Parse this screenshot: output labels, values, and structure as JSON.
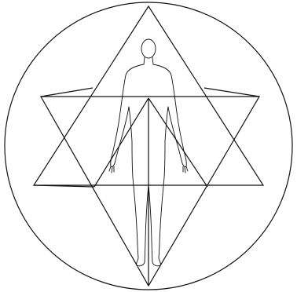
{
  "diagram": {
    "stroke_color": "#111111",
    "background": "#ffffff",
    "shapes": [
      "outer-circle",
      "upward-tetrahedron",
      "downward-tetrahedron",
      "human-figure"
    ]
  }
}
